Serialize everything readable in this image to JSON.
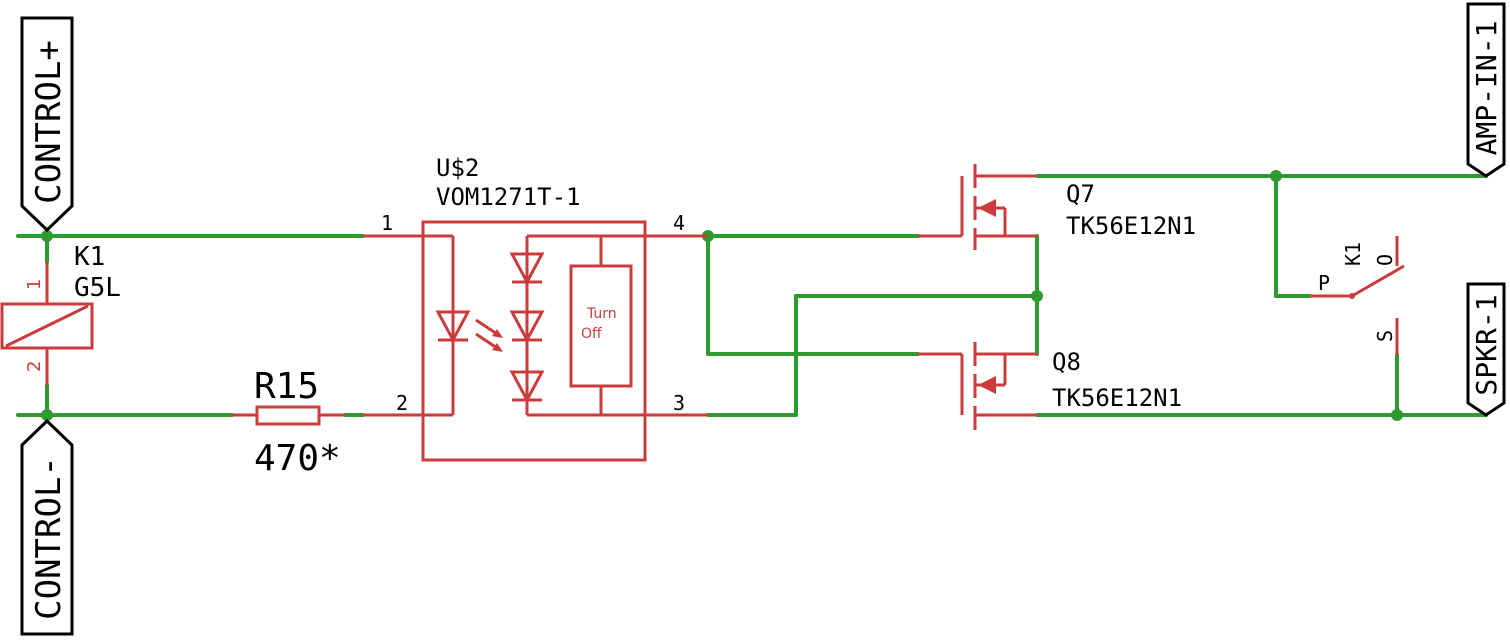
{
  "ports": {
    "control_plus": "CONTROL+",
    "control_minus": "CONTROL-",
    "amp_in": "AMP-IN-1",
    "spkr": "SPKR-1"
  },
  "k1": {
    "ref": "K1",
    "value": "G5L",
    "pin1": "1",
    "pin2": "2",
    "contact_ref": "K1",
    "contact_p": "P",
    "contact_o": "O",
    "contact_s": "S"
  },
  "r15": {
    "ref": "R15",
    "value": "470*"
  },
  "u2": {
    "ref": "U$2",
    "value": "VOM1271T-1",
    "pin1": "1",
    "pin2": "2",
    "pin3": "3",
    "pin4": "4",
    "turnoff_line1": "Turn",
    "turnoff_line2": "Off"
  },
  "q7": {
    "ref": "Q7",
    "value": "TK56E12N1"
  },
  "q8": {
    "ref": "Q8",
    "value": "TK56E12N1"
  },
  "colors": {
    "wire": "#2f9a2f",
    "part": "#cc3b3b",
    "text": "#000000"
  }
}
